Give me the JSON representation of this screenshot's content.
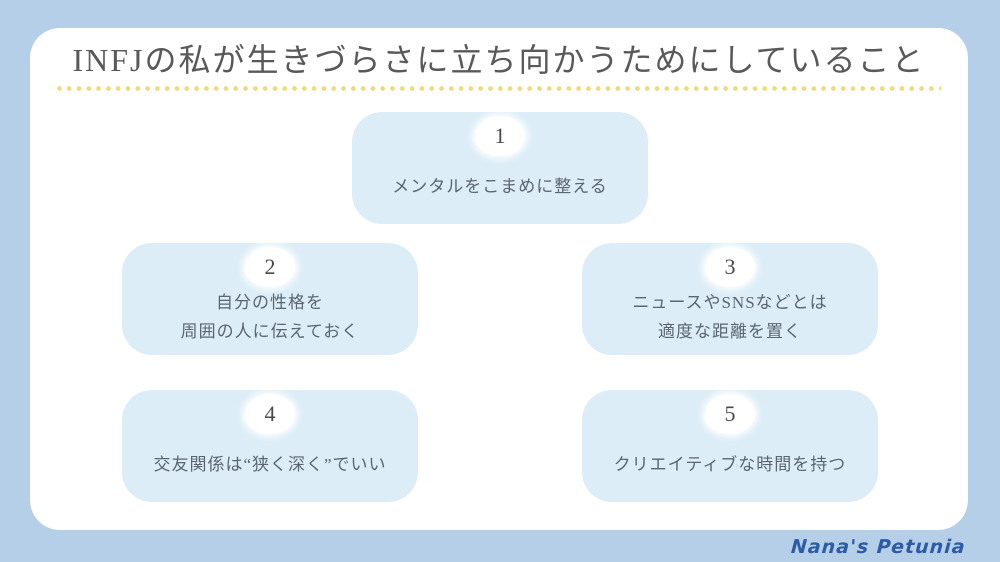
{
  "page": {
    "title": "INFJの私が生きづらさに立ち向かうためにしていること",
    "signature": "Nana's Petunia"
  },
  "colors": {
    "background": "#b6cfe8",
    "panel": "#ffffff",
    "card": "#dcedf7",
    "dots": "#f0da7e",
    "title_text": "#595959",
    "body_text": "#5a6570",
    "number_text": "#4a4a4a",
    "signature_text": "#2c5ca6"
  },
  "cards": [
    {
      "number": "1",
      "lines": [
        "メンタルをこまめに整える"
      ]
    },
    {
      "number": "2",
      "lines": [
        "自分の性格を",
        "周囲の人に伝えておく"
      ]
    },
    {
      "number": "3",
      "lines": [
        "ニュースやSNSなどとは",
        "適度な距離を置く"
      ]
    },
    {
      "number": "4",
      "lines": [
        "交友関係は“狭く深く”でいい"
      ]
    },
    {
      "number": "5",
      "lines": [
        "クリエイティブな時間を持つ"
      ]
    }
  ]
}
